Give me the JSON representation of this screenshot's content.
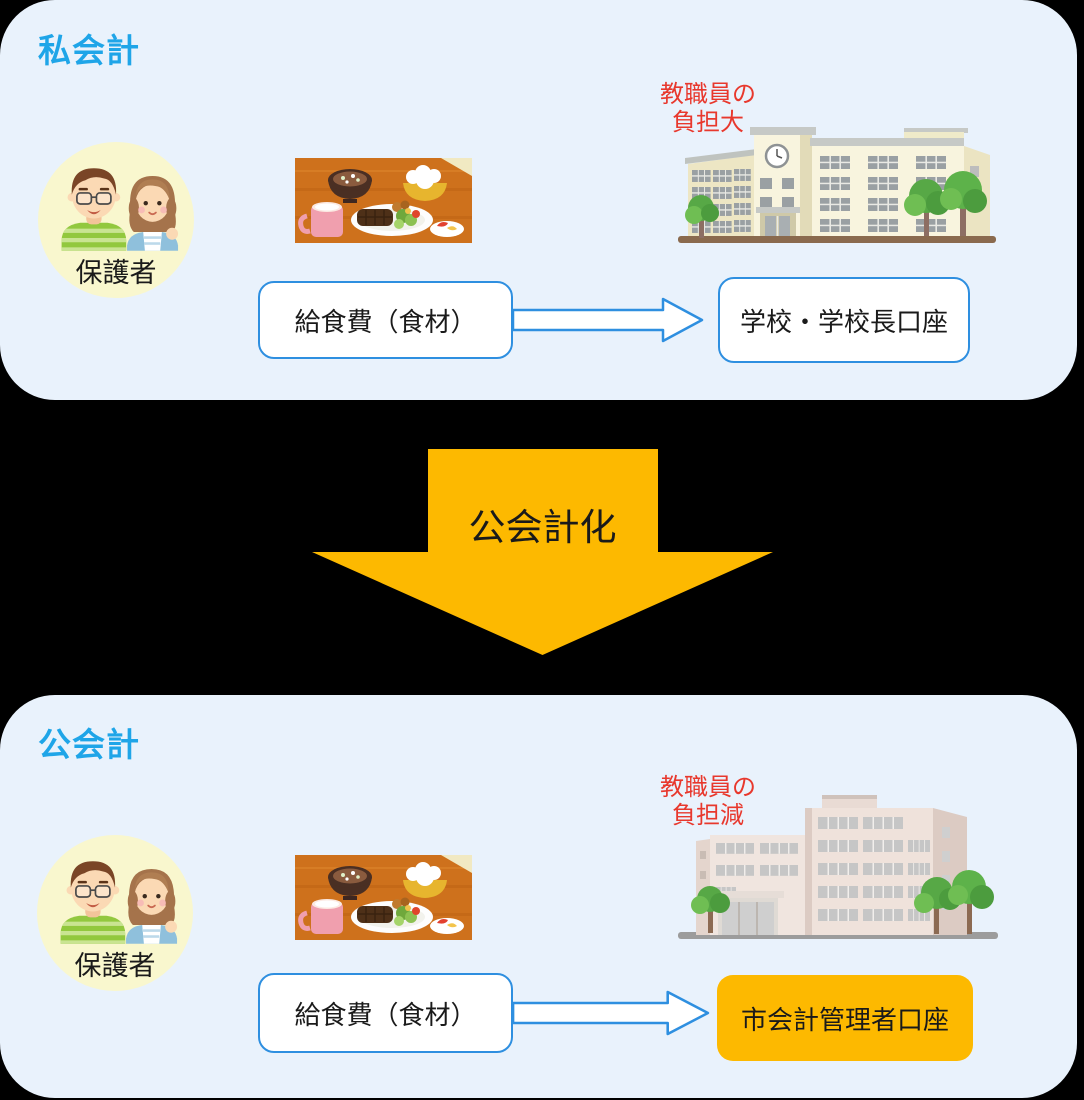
{
  "sections": {
    "private": {
      "title": "私会計",
      "guardian": "保護者",
      "burden": {
        "line1": "教職員の",
        "line2": "負担大"
      },
      "fee_box": "給食費（食材）",
      "account_box": "学校・学校長口座"
    },
    "public": {
      "title": "公会計",
      "guardian": "保護者",
      "burden": {
        "line1": "教職員の",
        "line2": "負担減"
      },
      "fee_box": "給食費（食材）",
      "account_box": "市会計管理者口座"
    },
    "transition": {
      "label": "公会計化"
    }
  },
  "icons": {
    "guardians": "parents-couple-illustration",
    "school_lunch": "school-lunch-tray-illustration",
    "school_building": "school-building-illustration",
    "city_hall": "city-hall-building-illustration",
    "flow_arrow": "right-arrow",
    "transition_arrow": "down-arrow"
  },
  "colors": {
    "page_bg": "#000000",
    "panel_bg": "#E9F2FC",
    "heading_blue": "#1FA5E8",
    "box_border_blue": "#2E8FE0",
    "alert_red": "#E8382D",
    "highlight_yellow": "#FDB900",
    "guardian_circle_bg": "#F9F7CE"
  }
}
